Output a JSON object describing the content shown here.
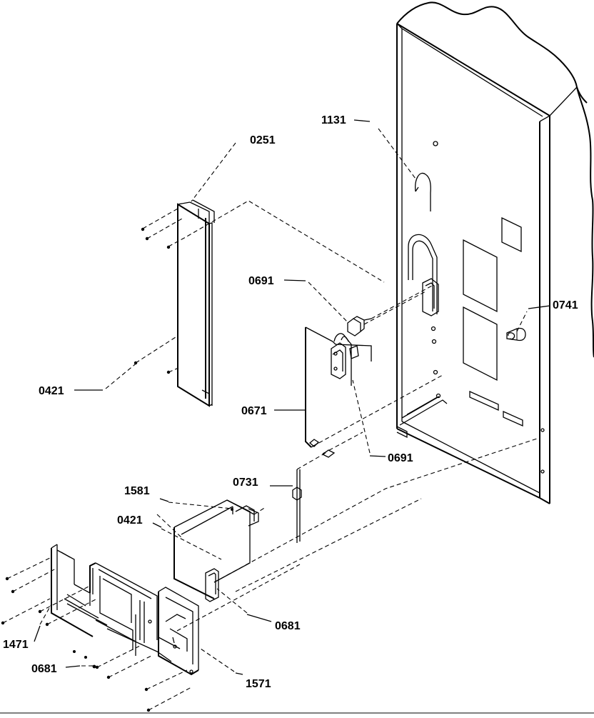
{
  "diagram": {
    "callouts": {
      "c1131": "1131",
      "c0251": "0251",
      "c0691a": "0691",
      "c0741": "0741",
      "c0421a": "0421",
      "c0671": "0671",
      "c0691b": "0691",
      "c0731": "0731",
      "c1581": "1581",
      "c0421b": "0421",
      "c0681a": "0681",
      "c1471": "1471",
      "c0681b": "0681",
      "c1571": "1571"
    }
  }
}
